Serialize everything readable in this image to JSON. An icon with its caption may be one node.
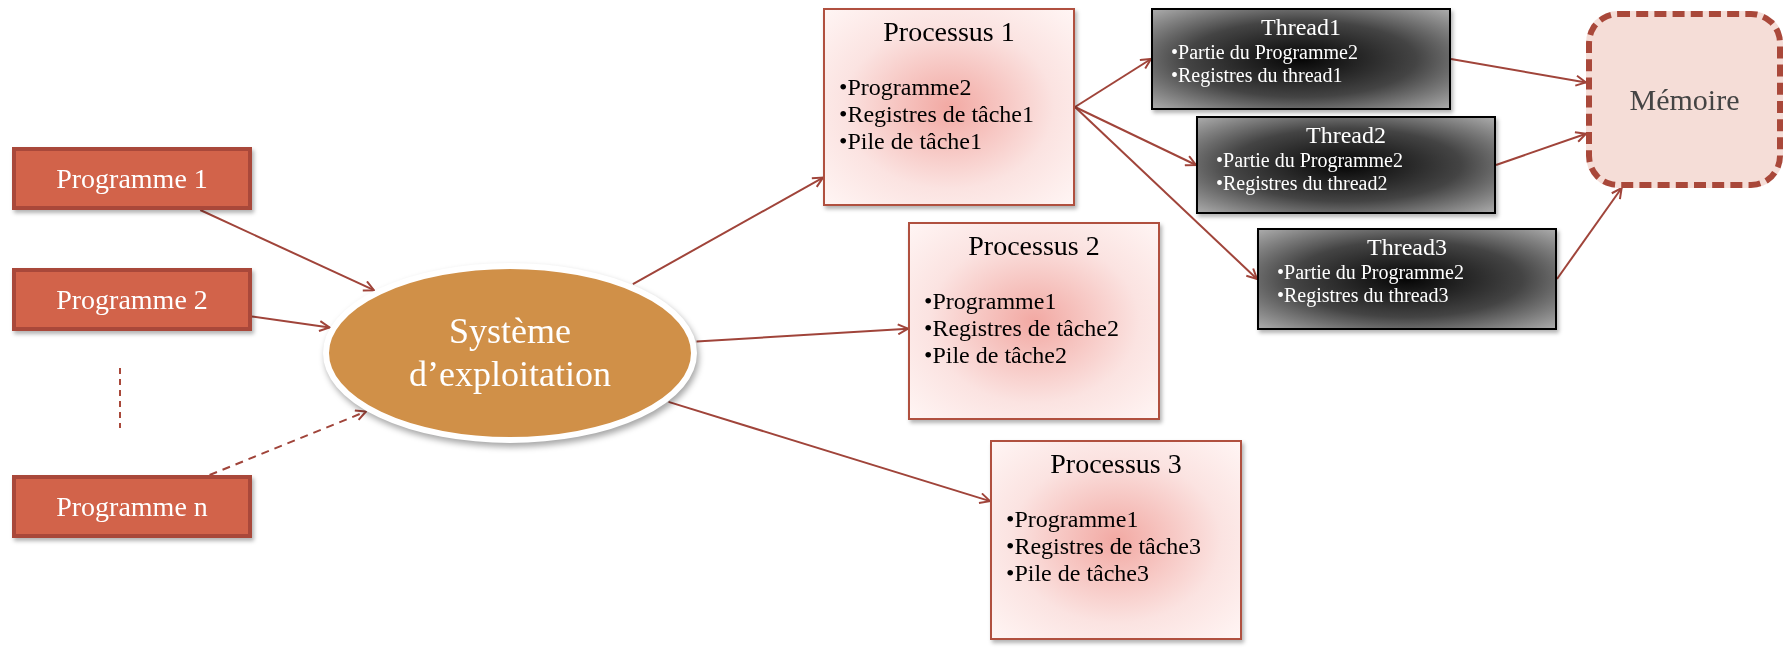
{
  "diagram": {
    "nodes": [
      {
        "text": [
          "Programme 1"
        ]
      },
      {
        "text": [
          "Programme 2"
        ]
      },
      {
        "text": [
          "Programme n"
        ]
      },
      {
        "text": [
          "Système d’exploitation"
        ]
      },
      {
        "text": [
          "Processus 1",
          "•Programme2",
          "•Registres de tâche1",
          "•Pile de tâche1"
        ]
      },
      {
        "text": [
          "Processus 2",
          "•Programme1",
          "•Registres de tâche2",
          "•Pile de tâche2"
        ]
      },
      {
        "text": [
          "Processus 3",
          "•Programme1",
          "•Registres de tâche3",
          "•Pile de tâche3"
        ]
      },
      {
        "text": [
          "Thread1",
          "•Partie du Programme2",
          "•Registres du thread1"
        ]
      },
      {
        "text": [
          "Thread2",
          "•Partie du Programme2",
          "•Registres du thread2"
        ]
      },
      {
        "text": [
          "Thread3",
          "•Partie du Programme2",
          "•Registres du thread3"
        ]
      },
      {
        "text": [
          "Mémoire"
        ]
      }
    ],
    "edges": [
      {
        "from": 0,
        "to": 3,
        "arrow": "to"
      },
      {
        "from": 1,
        "to": 3,
        "arrow": "to"
      },
      {
        "from": 2,
        "to": 3,
        "arrow": "to",
        "style": "dashed"
      },
      {
        "from": 3,
        "to": 4,
        "arrow": "to"
      },
      {
        "from": 3,
        "to": 5,
        "arrow": "to"
      },
      {
        "from": 3,
        "to": 6,
        "arrow": "to"
      },
      {
        "from": 4,
        "to": 7,
        "arrow": "to"
      },
      {
        "from": 4,
        "to": 8,
        "arrow": "to"
      },
      {
        "from": 4,
        "to": 9,
        "arrow": "to"
      },
      {
        "from": 7,
        "to": 10,
        "arrow": "to"
      },
      {
        "from": 8,
        "to": 10,
        "arrow": "to"
      },
      {
        "from": 9,
        "to": 10,
        "arrow": "to"
      }
    ]
  }
}
